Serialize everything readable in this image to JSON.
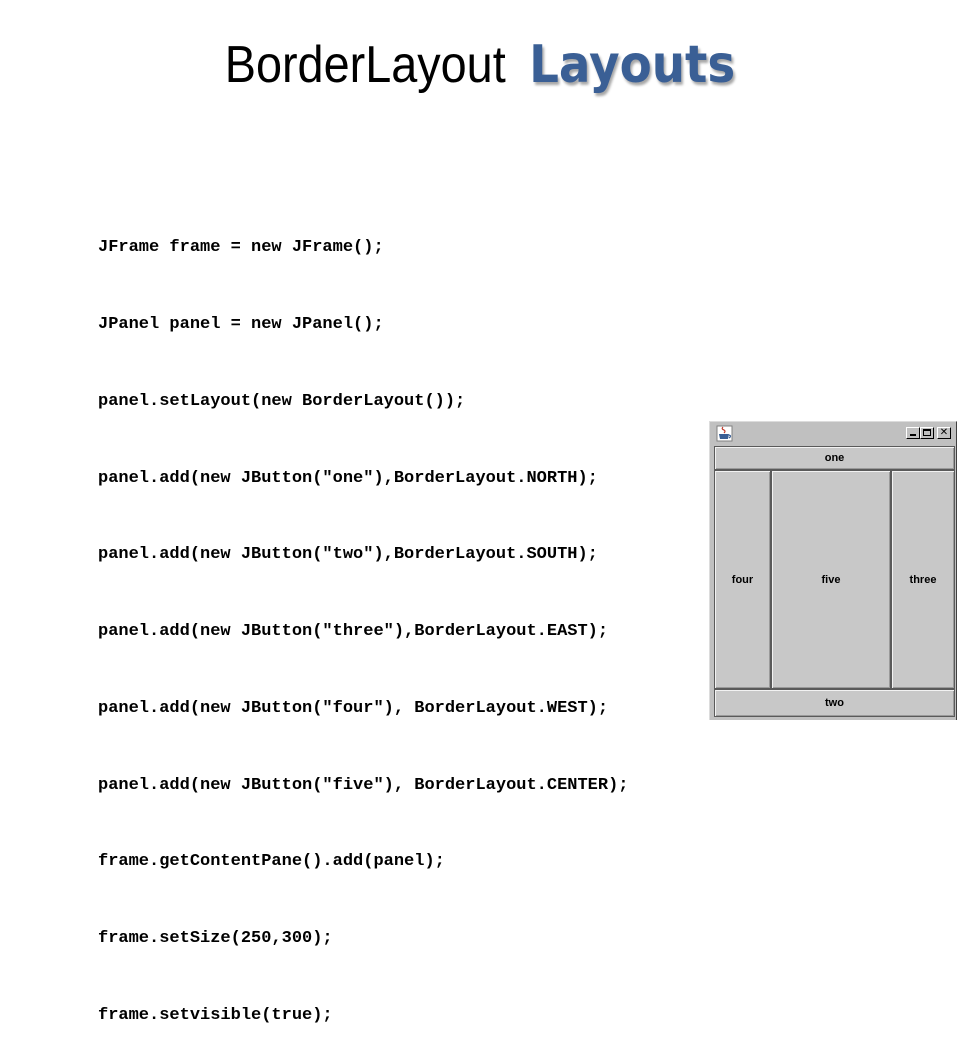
{
  "slide": {
    "title_part1": "BorderLayout",
    "title_part2": "Layouts",
    "title_accent_color": "#3a5f95"
  },
  "code": {
    "lines": [
      "JFrame frame = new JFrame();",
      "JPanel panel = new JPanel();",
      "panel.setLayout(new BorderLayout());",
      "panel.add(new JButton(\"one\"),BorderLayout.NORTH);",
      "panel.add(new JButton(\"two\"),BorderLayout.SOUTH);",
      "panel.add(new JButton(\"three\"),BorderLayout.EAST);",
      "panel.add(new JButton(\"four\"), BorderLayout.WEST);",
      "panel.add(new JButton(\"five\"), BorderLayout.CENTER);",
      "frame.getContentPane().add(panel);",
      "frame.setSize(250,300);",
      "frame.setvisible(true);"
    ]
  },
  "window": {
    "icon": "java-coffee-cup-icon",
    "controls": {
      "minimize_icon": "minimize-icon",
      "maximize_icon": "maximize-icon",
      "close_icon": "close-icon",
      "close_glyph": "✕"
    },
    "buttons": {
      "north": "one",
      "south": "two",
      "east": "three",
      "west": "four",
      "center": "five"
    },
    "colors": {
      "frame_bg": "#c0c0c0",
      "button_bg": "#c8c8c8"
    }
  }
}
